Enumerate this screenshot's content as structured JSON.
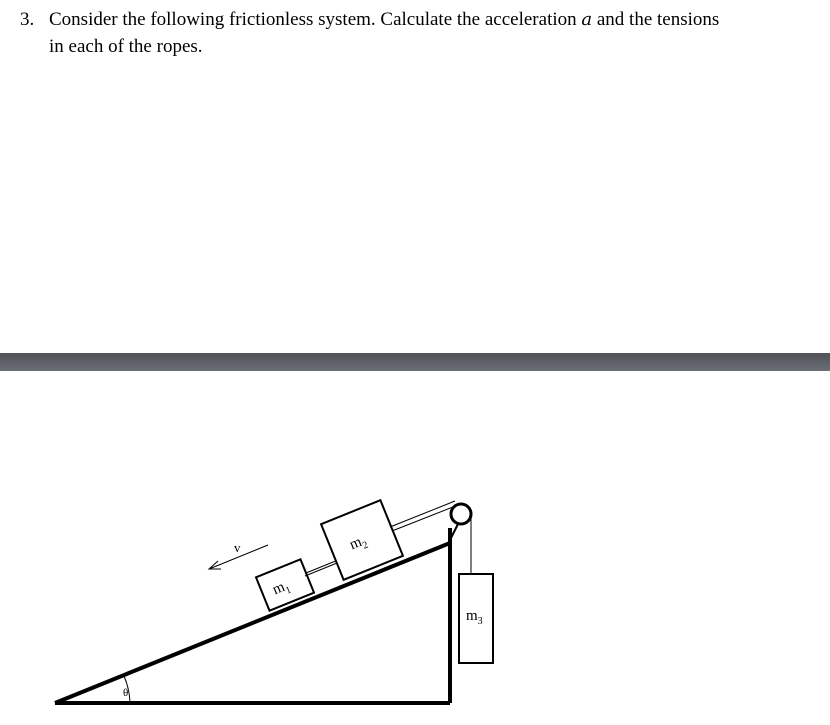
{
  "problem": {
    "number": "3.",
    "text_line1_before": "Consider the following frictionless system.  Calculate the acceleration ",
    "variable": "a",
    "text_line1_after": " and the tensions",
    "text_line2": "in each of the ropes."
  },
  "diagram": {
    "mass1_label": "m",
    "mass1_sub": "1",
    "mass2_label": "m",
    "mass2_sub": "2",
    "mass3_label": "m",
    "mass3_sub": "3",
    "velocity_label": "v",
    "angle_label": "θ"
  }
}
